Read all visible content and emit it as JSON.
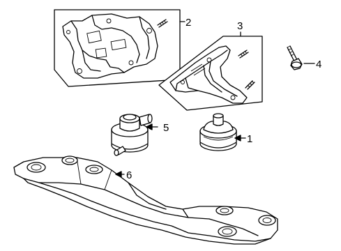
{
  "callouts": [
    {
      "id": "bracket-upper",
      "label": "2"
    },
    {
      "id": "bracket-lower",
      "label": "3"
    },
    {
      "id": "bolt",
      "label": "4"
    },
    {
      "id": "transmission-mount",
      "label": "5"
    },
    {
      "id": "engine-mount",
      "label": "1"
    },
    {
      "id": "crossmember",
      "label": "6"
    }
  ]
}
